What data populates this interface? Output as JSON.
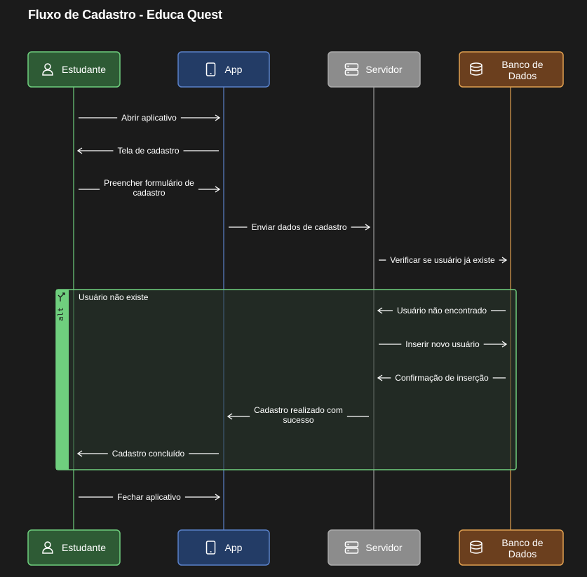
{
  "title": "Fluxo de Cadastro - Educa Quest",
  "participants": [
    {
      "id": "estudante",
      "lines": [
        "Estudante"
      ],
      "icon": "user-icon",
      "fill": "#2e5b35",
      "stroke": "#6fcf7e",
      "lifeline": "#6fcf7e"
    },
    {
      "id": "app",
      "lines": [
        "App"
      ],
      "icon": "mobile-icon",
      "fill": "#233c66",
      "stroke": "#5b82c9",
      "lifeline": "#5b82c9"
    },
    {
      "id": "servidor",
      "lines": [
        "Servidor"
      ],
      "icon": "server-icon",
      "fill": "#8c8c8c",
      "stroke": "#a9a9a9",
      "lifeline": "#9a9a9a"
    },
    {
      "id": "banco",
      "lines": [
        "Banco de",
        "Dados"
      ],
      "icon": "database-icon",
      "fill": "#6b3f1e",
      "stroke": "#e0a050",
      "lifeline": "#e0a050"
    }
  ],
  "messages": [
    {
      "from": "estudante",
      "to": "app",
      "lines": [
        "Abrir aplicativo"
      ]
    },
    {
      "from": "app",
      "to": "estudante",
      "lines": [
        "Tela de cadastro"
      ]
    },
    {
      "from": "estudante",
      "to": "app",
      "lines": [
        "Preencher formulário de",
        "cadastro"
      ]
    },
    {
      "from": "app",
      "to": "servidor",
      "lines": [
        "Enviar dados de cadastro"
      ]
    },
    {
      "from": "servidor",
      "to": "banco",
      "lines": [
        "Verificar se usuário já existe"
      ]
    },
    {
      "from": "banco",
      "to": "servidor",
      "lines": [
        "Usuário não encontrado"
      ]
    },
    {
      "from": "servidor",
      "to": "banco",
      "lines": [
        "Inserir novo usuário"
      ]
    },
    {
      "from": "banco",
      "to": "servidor",
      "lines": [
        "Confirmação de inserção"
      ]
    },
    {
      "from": "servidor",
      "to": "app",
      "lines": [
        "Cadastro realizado com",
        "sucesso"
      ]
    },
    {
      "from": "app",
      "to": "estudante",
      "lines": [
        "Cadastro concluído"
      ]
    },
    {
      "from": "estudante",
      "to": "app",
      "lines": [
        "Fechar aplicativo"
      ]
    }
  ],
  "fragment": {
    "keyword": "alt",
    "condition": "Usuário não existe",
    "color": "#6fcf7e"
  }
}
